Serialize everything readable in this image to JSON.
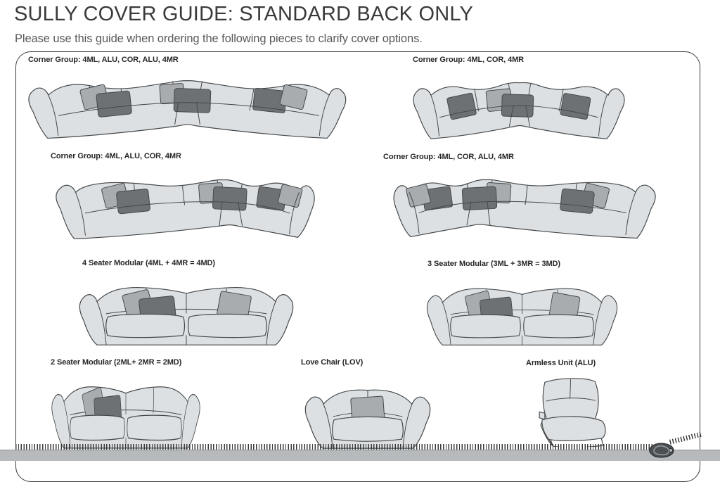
{
  "page": {
    "title": "SULLY COVER GUIDE: STANDARD BACK ONLY",
    "subtitle": "Please use this guide when ordering the following pieces to clarify cover options."
  },
  "figures": [
    {
      "label": "Corner Group: 4ML, ALU, COR, ALU, 4MR",
      "type": "corner-group-large"
    },
    {
      "label": "Corner Group: 4ML, COR, 4MR",
      "type": "corner-group-small"
    },
    {
      "label": "Corner Group: 4ML, ALU, COR, 4MR",
      "type": "corner-group-long-left"
    },
    {
      "label": "Corner Group: 4ML, COR, ALU, 4MR",
      "type": "corner-group-long-right"
    },
    {
      "label": "4 Seater Modular (4ML + 4MR = 4MD)",
      "type": "four-seater"
    },
    {
      "label": "3 Seater Modular (3ML + 3MR = 3MD)",
      "type": "three-seater"
    },
    {
      "label": "2 Seater Modular (2ML+ 2MR = 2MD)",
      "type": "two-seater"
    },
    {
      "label": "Love Chair (LOV)",
      "type": "love-chair"
    },
    {
      "label": "Armless Unit (ALU)",
      "type": "armless-unit"
    }
  ],
  "colors": {
    "body": "#dde0e2",
    "pillow-dark": "#6e7173",
    "pillow-mid": "#a8acaf",
    "outline": "#45484a",
    "border": "#3a3a3a",
    "tape": "#b7babc",
    "title": "#3a3a3a",
    "subtitle": "#58595b"
  }
}
